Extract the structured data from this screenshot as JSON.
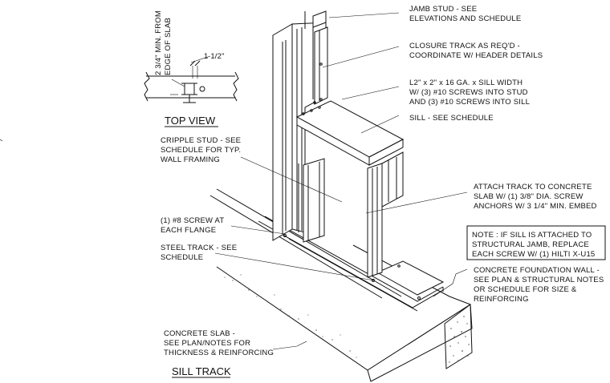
{
  "notes": {
    "jamb_stud": [
      "JAMB STUD - SEE",
      "ELEVATIONS AND SCHEDULE"
    ],
    "closure_track": [
      "CLOSURE TRACK AS REQ'D -",
      "COORDINATE W/ HEADER DETAILS"
    ],
    "clip_angle": [
      "L2\" x 2\" x 16 GA. x SILL WIDTH",
      "W/ (3) #10 SCREWS INTO STUD",
      "AND (3) #10 SCREWS INTO SILL"
    ],
    "sill": [
      "SILL  - SEE SCHEDULE"
    ],
    "cripple_stud": [
      "CRIPPLE STUD - SEE",
      "SCHEDULE FOR TYP.",
      "WALL FRAMING"
    ],
    "attach_track": [
      "ATTACH TRACK TO CONCRETE",
      "SLAB W/ (1) 3/8\" DIA. SCREW",
      "ANCHORS W/ 3 1/4\" MIN. EMBED"
    ],
    "screw_flange": [
      "(1) #8 SCREW AT",
      "EACH FLANGE"
    ],
    "steel_track": [
      "STEEL TRACK - SEE",
      "SCHEDULE"
    ],
    "note_box": [
      "NOTE :  IF SILL IS ATTACHED TO",
      "STRUCTURAL JAMB, REPLACE",
      "EACH SCREW W/ (1) HILTI X-U15"
    ],
    "foundation_wall": [
      "CONCRETE FOUNDATION WALL -",
      "SEE PLAN & STRUCTURAL NOTES",
      "OR SCHEDULE FOR SIZE &",
      "REINFORCING"
    ],
    "concrete_slab": [
      "CONCRETE SLAB -",
      "SEE PLAN/NOTES FOR",
      "THICKNESS & REINFORCING"
    ]
  },
  "top_view": {
    "title": "TOP VIEW",
    "edge_dim": [
      "2 3/4\" MIN. FROM",
      "EDGE OF SLAB"
    ],
    "dim_label": "1 1/2\""
  },
  "detail_title": "SILL TRACK"
}
